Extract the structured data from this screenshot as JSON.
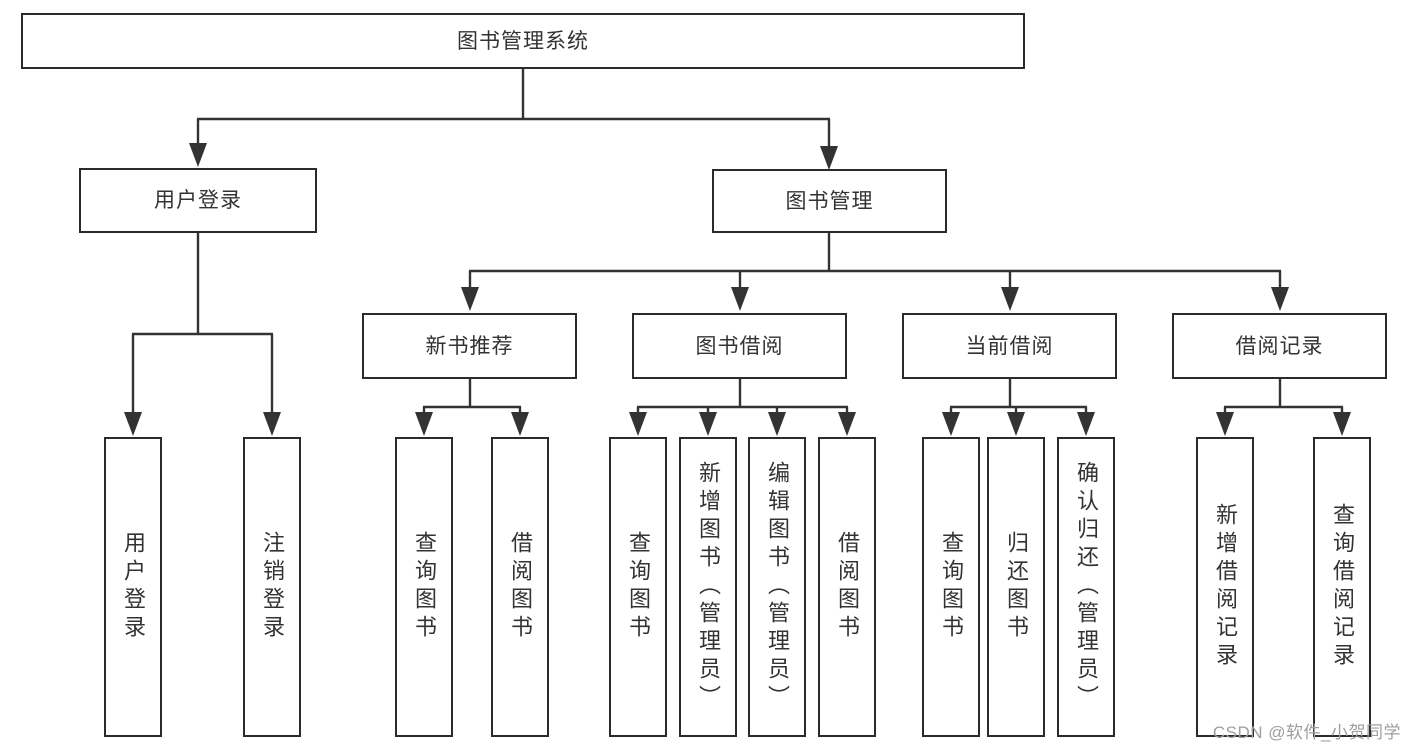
{
  "diagram": {
    "type": "hierarchy-tree",
    "title": "图书管理系统",
    "watermark": "CSDN @软件_小贺同学",
    "colors": {
      "background": "#ffffff",
      "box_border": "#2b2b2b",
      "connector_line": "#333333",
      "arrowhead": "#333333",
      "text": "#333333",
      "watermark_text": "#9e9e9e"
    },
    "nodes": {
      "root": {
        "label": "图书管理系统",
        "children": [
          "user_login",
          "book_mgmt"
        ]
      },
      "user_login": {
        "label": "用户登录",
        "children": [
          "ul_login",
          "ul_logout"
        ]
      },
      "book_mgmt": {
        "label": "图书管理",
        "children": [
          "new_book_rec",
          "book_borrow",
          "current_borrow",
          "borrow_record"
        ]
      },
      "new_book_rec": {
        "label": "新书推荐",
        "children": [
          "nb_query",
          "nb_borrow"
        ]
      },
      "book_borrow": {
        "label": "图书借阅",
        "children": [
          "bb_query",
          "bb_add",
          "bb_edit",
          "bb_borrow"
        ]
      },
      "current_borrow": {
        "label": "当前借阅",
        "children": [
          "cb_query",
          "cb_return",
          "cb_confirm"
        ]
      },
      "borrow_record": {
        "label": "借阅记录",
        "children": [
          "br_add",
          "br_query"
        ]
      },
      "ul_login": {
        "label": "用户登录"
      },
      "ul_logout": {
        "label": "注销登录"
      },
      "nb_query": {
        "label": "查询图书"
      },
      "nb_borrow": {
        "label": "借阅图书"
      },
      "bb_query": {
        "label": "查询图书"
      },
      "bb_add": {
        "label": "新增图书（管理员）"
      },
      "bb_edit": {
        "label": "编辑图书（管理员）"
      },
      "bb_borrow": {
        "label": "借阅图书"
      },
      "cb_query": {
        "label": "查询图书"
      },
      "cb_return": {
        "label": "归还图书"
      },
      "cb_confirm": {
        "label": "确认归还（管理员）"
      },
      "br_add": {
        "label": "新增借阅记录"
      },
      "br_query": {
        "label": "查询借阅记录"
      }
    }
  }
}
